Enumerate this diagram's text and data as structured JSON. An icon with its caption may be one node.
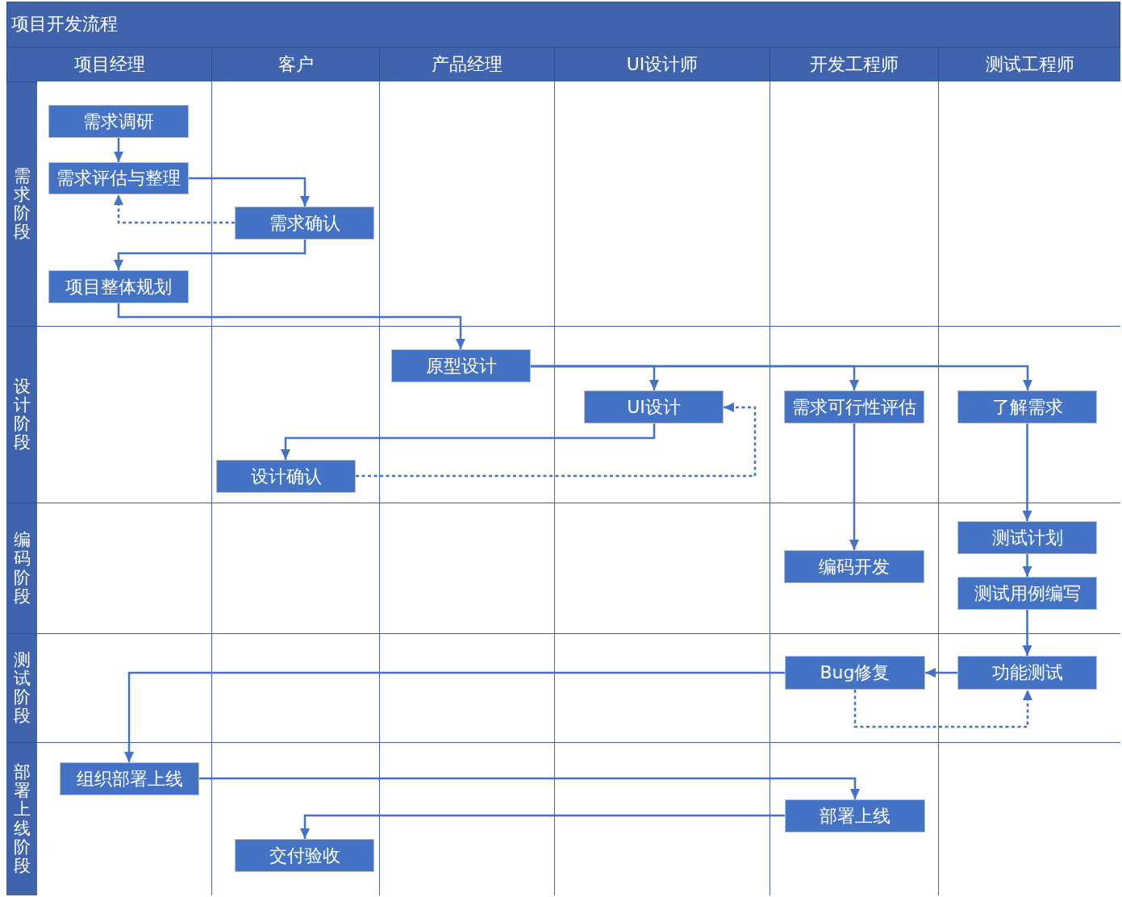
{
  "diagram": {
    "title": "项目开发流程",
    "nodes": [
      {
        "text": [
          "项目经理"
        ]
      },
      {
        "text": [
          "客户"
        ]
      },
      {
        "text": [
          "产品经理"
        ]
      },
      {
        "text": [
          "UI设计师"
        ]
      },
      {
        "text": [
          "开发工程师"
        ]
      },
      {
        "text": [
          "测试工程师"
        ]
      },
      {
        "text": [
          "需求阶段"
        ]
      },
      {
        "text": [
          "设计阶段"
        ]
      },
      {
        "text": [
          "编码阶段"
        ]
      },
      {
        "text": [
          "测试阶段"
        ]
      },
      {
        "text": [
          "部署上线阶段"
        ]
      },
      {
        "text": [
          "需求调研"
        ]
      },
      {
        "text": [
          "需求评估与整理"
        ]
      },
      {
        "text": [
          "需求确认"
        ]
      },
      {
        "text": [
          "项目整体规划"
        ]
      },
      {
        "text": [
          "原型设计"
        ]
      },
      {
        "text": [
          "UI设计"
        ]
      },
      {
        "text": [
          "需求可行性评估"
        ]
      },
      {
        "text": [
          "了解需求"
        ]
      },
      {
        "text": [
          "设计确认"
        ]
      },
      {
        "text": [
          "编码开发"
        ]
      },
      {
        "text": [
          "测试计划"
        ]
      },
      {
        "text": [
          "测试用例编写"
        ]
      },
      {
        "text": [
          "Bug修复"
        ]
      },
      {
        "text": [
          "功能测试"
        ]
      },
      {
        "text": [
          "组织部署上线"
        ]
      },
      {
        "text": [
          "部署上线"
        ]
      },
      {
        "text": [
          "交付验收"
        ]
      }
    ],
    "edges": [
      {
        "from": 11,
        "to": 12,
        "arrow": "to"
      },
      {
        "from": 12,
        "to": 13,
        "arrow": "to"
      },
      {
        "from": 13,
        "to": 12,
        "arrow": "to",
        "style": "dashed"
      },
      {
        "from": 13,
        "to": 14,
        "arrow": "to"
      },
      {
        "from": 14,
        "to": 15,
        "arrow": "to"
      },
      {
        "from": 15,
        "to": 16,
        "arrow": "to"
      },
      {
        "from": 15,
        "to": 17,
        "arrow": "to"
      },
      {
        "from": 15,
        "to": 18,
        "arrow": "to"
      },
      {
        "from": 16,
        "to": 19,
        "arrow": "to"
      },
      {
        "from": 19,
        "to": 16,
        "arrow": "to",
        "style": "dashed"
      },
      {
        "from": 17,
        "to": 20,
        "arrow": "to"
      },
      {
        "from": 18,
        "to": 21,
        "arrow": "to"
      },
      {
        "from": 21,
        "to": 22,
        "arrow": "to"
      },
      {
        "from": 22,
        "to": 24,
        "arrow": "to"
      },
      {
        "from": 24,
        "to": 23,
        "arrow": "to"
      },
      {
        "from": 23,
        "to": 24,
        "arrow": "to",
        "style": "dashed"
      },
      {
        "from": 23,
        "to": 25,
        "arrow": "to"
      },
      {
        "from": 25,
        "to": 26,
        "arrow": "to"
      },
      {
        "from": 26,
        "to": 27,
        "arrow": "to"
      }
    ]
  }
}
